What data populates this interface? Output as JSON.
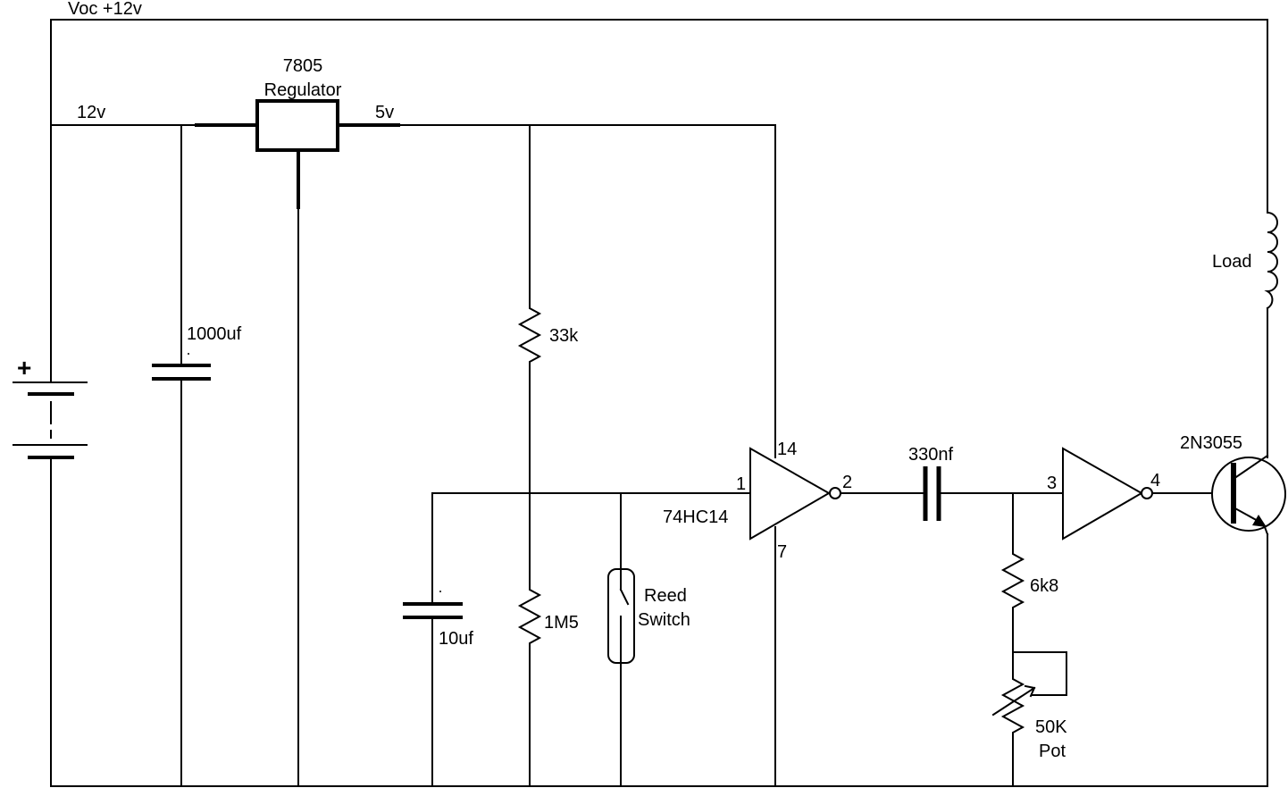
{
  "labels": {
    "supply": "Voc +12v",
    "v12": "12v",
    "v5": "5v",
    "regulator_part": "7805",
    "regulator_name": "Regulator",
    "cap_main": "1000uf",
    "res_pullup": "33k",
    "res_bias": "1M5",
    "cap_timing": "10uf",
    "reed_line1": "Reed",
    "reed_line2": "Switch",
    "ic_name": "74HC14",
    "pin1": "1",
    "pin2": "2",
    "pin3": "3",
    "pin4": "4",
    "pin7": "7",
    "pin14": "14",
    "cap_coupling": "330nf",
    "res_series": "6k8",
    "pot_line1": "50K",
    "pot_line2": "Pot",
    "transistor": "2N3055",
    "load": "Load"
  }
}
